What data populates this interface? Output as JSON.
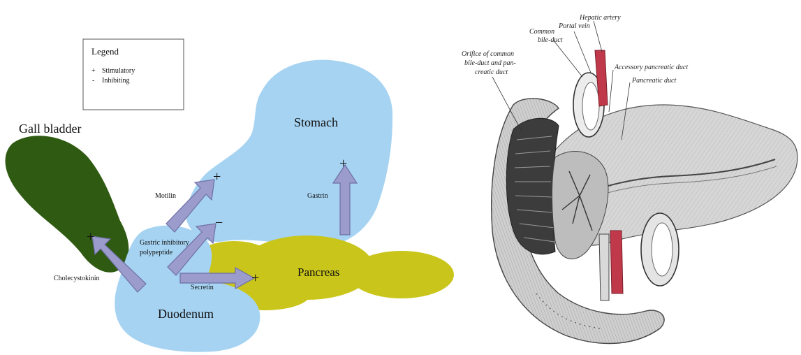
{
  "left_panel": {
    "legend": {
      "title": "Legend",
      "items": [
        {
          "symbol": "+",
          "label": "Stimulatory"
        },
        {
          "symbol": "-",
          "label": "Inhibiting"
        }
      ]
    },
    "organs": {
      "gall_bladder": "Gall bladder",
      "stomach": "Stomach",
      "pancreas": "Pancreas",
      "duodenum": "Duodenum"
    },
    "hormones": {
      "motilin": "Motilin",
      "gastrin": "Gastrin",
      "gip_line1": "Gastric inhibitory",
      "gip_line2": "polypeptide",
      "secretin": "Secretin",
      "cholecystokinin": "Cholecystokinin"
    },
    "effect_signs": {
      "motilin": "+",
      "gastrin": "+",
      "gip": "−",
      "secretin": "+",
      "cholecystokinin": "+"
    },
    "colors": {
      "gall_bladder": "#2f5a12",
      "stomach": "#a6d3f2",
      "duodenum": "#a6d3f2",
      "pancreas": "#c9c51a",
      "arrow_fill": "#9b9ccb",
      "arrow_stroke": "#6e6fa6"
    }
  },
  "right_panel": {
    "labels": {
      "hepatic_artery": "Hepatic artery",
      "portal_vein_1": "Portal vein",
      "common_bile_1": "Common",
      "common_bile_2": "bile-duct",
      "orifice_1": "Orifice of common",
      "orifice_2": "bile-duct and pan-",
      "orifice_3": "creatic duct",
      "accessory_duct": "Accessory pancreatic duct",
      "pancreatic_duct": "Pancreatic duct"
    }
  }
}
